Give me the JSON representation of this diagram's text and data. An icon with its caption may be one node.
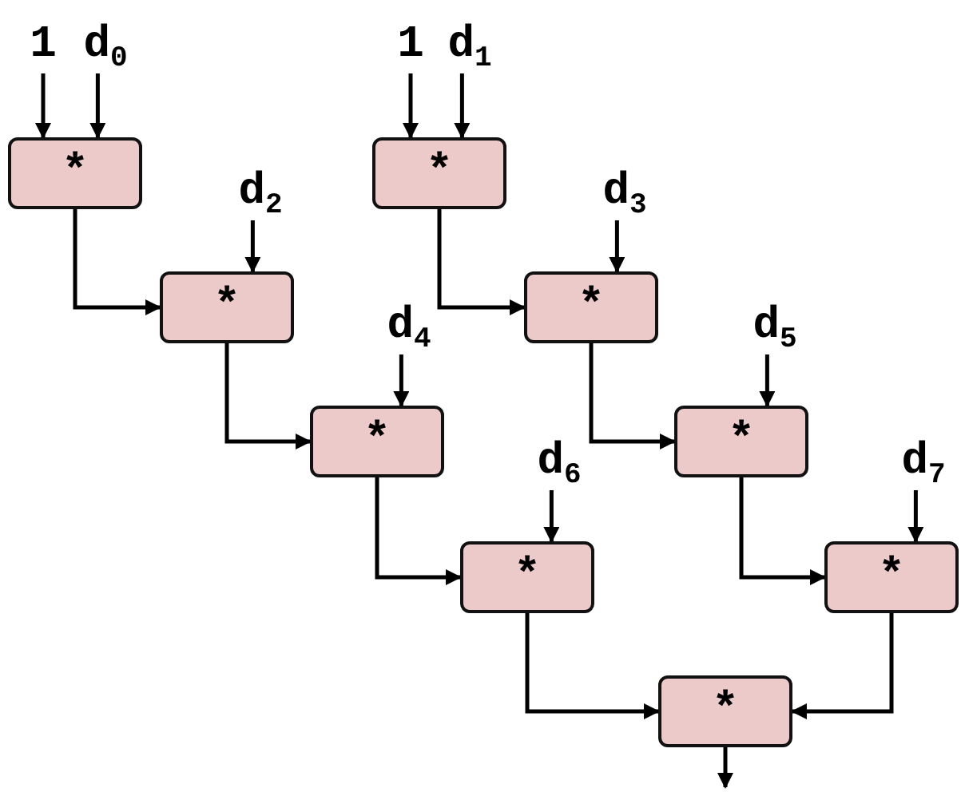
{
  "diagram": {
    "nodes": [
      {
        "text": [
          "1"
        ]
      },
      {
        "text": [
          "d$_{0}$"
        ]
      },
      {
        "text": [
          "1"
        ]
      },
      {
        "text": [
          "d$_{1}$"
        ]
      },
      {
        "text": [
          "*"
        ]
      },
      {
        "text": [
          "*"
        ]
      },
      {
        "text": [
          "d$_{2}$"
        ]
      },
      {
        "text": [
          "d$_{3}$"
        ]
      },
      {
        "text": [
          "*"
        ]
      },
      {
        "text": [
          "*"
        ]
      },
      {
        "text": [
          "d$_{4}$"
        ]
      },
      {
        "text": [
          "d$_{5}$"
        ]
      },
      {
        "text": [
          "*"
        ]
      },
      {
        "text": [
          "*"
        ]
      },
      {
        "text": [
          "d$_{6}$"
        ]
      },
      {
        "text": [
          "d$_{7}$"
        ]
      },
      {
        "text": [
          "*"
        ]
      },
      {
        "text": [
          "*"
        ]
      },
      {
        "text": [
          "*"
        ]
      }
    ],
    "edges": [
      {
        "from": 0,
        "to": 4,
        "arrow": "to"
      },
      {
        "from": 1,
        "to": 4,
        "arrow": "to"
      },
      {
        "from": 2,
        "to": 5,
        "arrow": "to"
      },
      {
        "from": 3,
        "to": 5,
        "arrow": "to"
      },
      {
        "from": 4,
        "to": 8,
        "arrow": "to"
      },
      {
        "from": 6,
        "to": 8,
        "arrow": "to"
      },
      {
        "from": 5,
        "to": 9,
        "arrow": "to"
      },
      {
        "from": 7,
        "to": 9,
        "arrow": "to"
      },
      {
        "from": 8,
        "to": 12,
        "arrow": "to"
      },
      {
        "from": 10,
        "to": 12,
        "arrow": "to"
      },
      {
        "from": 9,
        "to": 13,
        "arrow": "to"
      },
      {
        "from": 11,
        "to": 13,
        "arrow": "to"
      },
      {
        "from": 12,
        "to": 16,
        "arrow": "to"
      },
      {
        "from": 14,
        "to": 16,
        "arrow": "to"
      },
      {
        "from": 13,
        "to": 17,
        "arrow": "to"
      },
      {
        "from": 15,
        "to": 17,
        "arrow": "to"
      },
      {
        "from": 16,
        "to": 18,
        "arrow": "to"
      },
      {
        "from": 17,
        "to": 18,
        "arrow": "to"
      },
      {
        "from": 18,
        "to": null,
        "arrow": "to"
      }
    ]
  }
}
